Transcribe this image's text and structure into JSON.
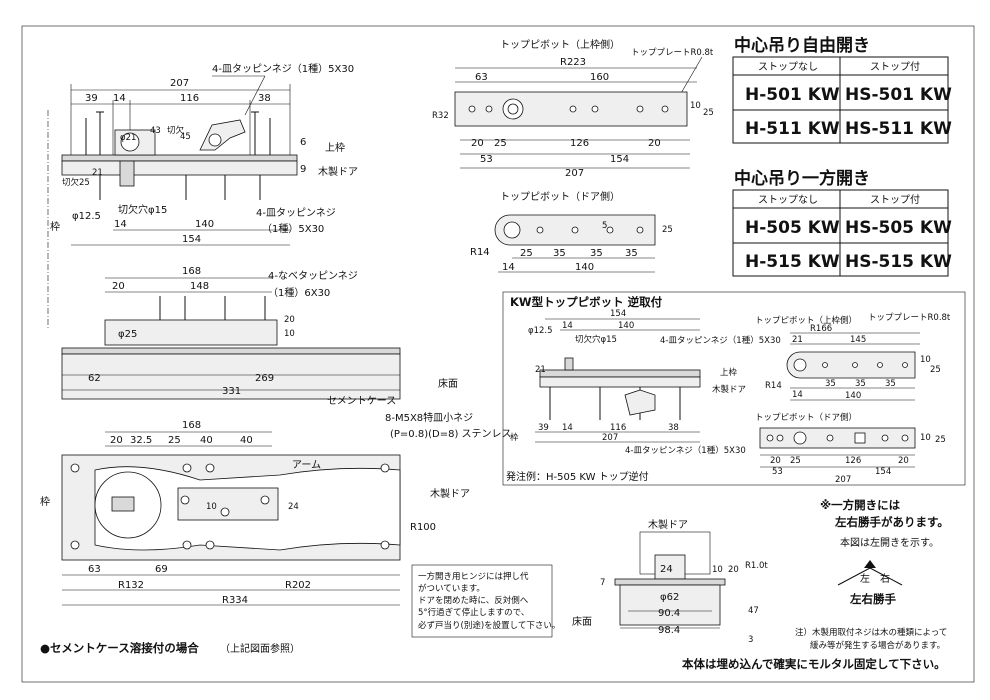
{
  "top_left": {
    "screw_label": "4-皿タッピンネジ（1種）5X30",
    "dims_top": [
      "207",
      "39",
      "14",
      "116",
      "38"
    ],
    "phi21": "φ21",
    "d43": "43",
    "notch": "切欠",
    "d45": "45",
    "d9": "9",
    "d6": "6",
    "upper_frame": "上枠",
    "wood_door": "木製ドア",
    "notch25": "切欠25",
    "d21": "21",
    "phi125": "φ12.5",
    "notch_hole": "切欠穴φ15",
    "d14": "14",
    "d140": "140",
    "d154": "154",
    "screw_label2a": "4-皿タッピンネジ",
    "screw_label2b": "（1種）5X30",
    "frame_label": "枠"
  },
  "mid_left": {
    "dims": [
      "168",
      "20",
      "148"
    ],
    "screw_a": "4-なべタッピンネジ",
    "screw_b": "（1種）6X30",
    "phi25": "φ25",
    "d10": "10",
    "d20": "20",
    "d62": "62",
    "d269": "269",
    "d331": "331",
    "floor": "床面",
    "cement_case": "セメントケース"
  },
  "bottom_left": {
    "dims": [
      "168",
      "20",
      "32.5",
      "25",
      "40",
      "40"
    ],
    "screw_a": "8-M5X8特皿小ネジ",
    "screw_b": "(P=0.8)(D=8) ステンレス",
    "arm": "アーム",
    "frame": "枠",
    "d10": "10",
    "d24": "24",
    "r100": "R100",
    "wood_door": "木製ドア",
    "d63": "63",
    "d69": "69",
    "r132": "R132",
    "r202": "R202",
    "r334": "R334",
    "footnote": "●セメントケース溶接付の場合",
    "footnote_sub": "（上記図面参照）"
  },
  "pivot_top": {
    "title": "トップピボット（上枠側）",
    "plate": "トッププレートR0.8t",
    "dims": [
      "63",
      "R223",
      "160",
      "R32",
      "10",
      "25"
    ],
    "dims_bottom": [
      "20",
      "25",
      "126",
      "20",
      "53",
      "154",
      "207"
    ]
  },
  "pivot_door": {
    "title": "トップピボット（ドア側）",
    "dims": [
      "R14",
      "25",
      "35",
      "35",
      "35",
      "14",
      "140",
      "5",
      "25"
    ]
  },
  "table1": {
    "title": "中心吊り自由開き",
    "headers": [
      "ストップなし",
      "ストップ付"
    ],
    "rows": [
      [
        "H-501 KW",
        "HS-501 KW"
      ],
      [
        "H-511 KW",
        "HS-511 KW"
      ]
    ]
  },
  "table2": {
    "title": "中心吊り一方開き",
    "headers": [
      "ストップなし",
      "ストップ付"
    ],
    "rows": [
      [
        "H-505 KW",
        "HS-505 KW"
      ],
      [
        "H-515 KW",
        "HS-515 KW"
      ]
    ]
  },
  "kw_box": {
    "title": "KW型トップピボット 逆取付",
    "dims": [
      "154",
      "14",
      "140"
    ],
    "phi125": "φ12.5",
    "notch_hole": "切欠穴φ15",
    "screw_a": "4-皿タッピンネジ（1種）5X30",
    "upper": "上枠",
    "door": "木製ドア",
    "d21": "21",
    "d39": "39",
    "d14": "14",
    "d116": "116",
    "d38": "38",
    "d207": "207",
    "screw_b": "4-皿タッピンネジ（1種）5X30",
    "frame": "枠",
    "order_example": "発注例：H-505 KW トップ逆付",
    "p_top_title": "トップピボット（上枠側）",
    "p_top_plate": "トッププレートR0.8t",
    "p_top_dims": [
      "R166",
      "21",
      "145",
      "10",
      "25",
      "R14",
      "14",
      "35",
      "35",
      "35",
      "140"
    ],
    "p_door_title": "トップピボット（ドア側）",
    "p_door_dims": [
      "20",
      "25",
      "126",
      "20",
      "53",
      "154",
      "207",
      "10",
      "25"
    ]
  },
  "bottom_center": {
    "wood_door": "木製ドア",
    "d24": "24",
    "d10": "10",
    "d20": "20",
    "r10": "R1.0t",
    "d7": "7",
    "phi62": "φ62",
    "d904": "90.4",
    "d984": "98.4",
    "d47": "47",
    "d3": "3",
    "floor": "床面"
  },
  "note_box": {
    "lines": [
      "一方開き用ヒンジには押し代",
      "がついています。",
      "ドアを閉めた時に、反対側へ",
      "5°行過ぎて停止しますので、",
      "必ず戸当り(別途)を設置して下さい。"
    ]
  },
  "right_notes": {
    "n1": "※一方開きには",
    "n2": "左右勝手があります。",
    "n3": "本図は左開きを示す。",
    "left": "左",
    "right": "右",
    "hand": "左右勝手",
    "note_a": "注）木製用取付ネジは木の種類によって",
    "note_b": "緩み等が発生する場合があります。",
    "final": "本体は埋め込んで確実にモルタル固定して下さい。"
  }
}
